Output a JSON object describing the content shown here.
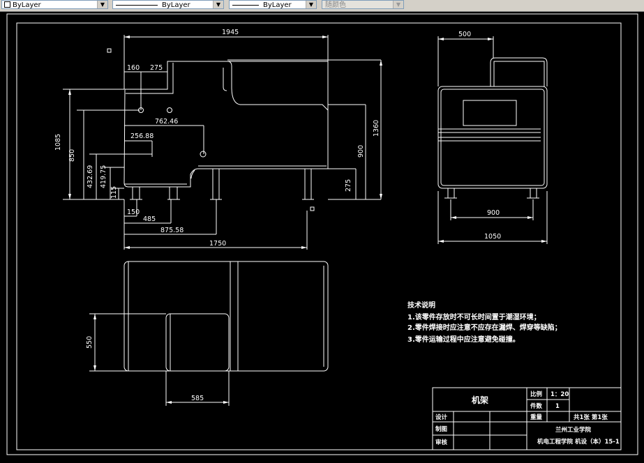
{
  "toolbar": {
    "color_label": "ByLayer",
    "linetype_label": "ByLayer",
    "lineweight_label": "ByLayer",
    "plotstyle_label": "随颜色"
  },
  "front_view": {
    "dim_1945": "1945",
    "dim_160": "160",
    "dim_275_top": "275",
    "dim_76246": "762.46",
    "dim_25688": "256.88",
    "dim_1085": "1085",
    "dim_850": "850",
    "dim_43269": "432.69",
    "dim_41975": "419.75",
    "dim_115": "115",
    "dim_1360": "1360",
    "dim_900": "900",
    "dim_275_right": "275",
    "dim_150": "150",
    "dim_485": "485",
    "dim_87558": "875.58",
    "dim_1750": "1750"
  },
  "side_view": {
    "dim_500": "500",
    "dim_900": "900",
    "dim_1050": "1050"
  },
  "top_view": {
    "dim_550": "550",
    "dim_585": "585"
  },
  "notes": {
    "title": "技术说明",
    "line1": "1.该零件存放时不可长时间置于潮湿环境；",
    "line2": "2.零件焊接时应注意不应存在漏焊、焊穿等缺陷；",
    "line3": "3.零件运输过程中应注意避免碰撞。"
  },
  "title_block": {
    "part_name": "机架",
    "scale_label": "比例",
    "scale_value": "1：20",
    "qty_label": "件数",
    "qty_value": "1",
    "weight_label": "重量",
    "sheets": "共1张  第1张",
    "designer_label": "设计",
    "drafter_label": "制图",
    "reviewer_label": "审核",
    "school": "兰州工业学院",
    "department": "机电工程学院  机设（本）15-1"
  }
}
